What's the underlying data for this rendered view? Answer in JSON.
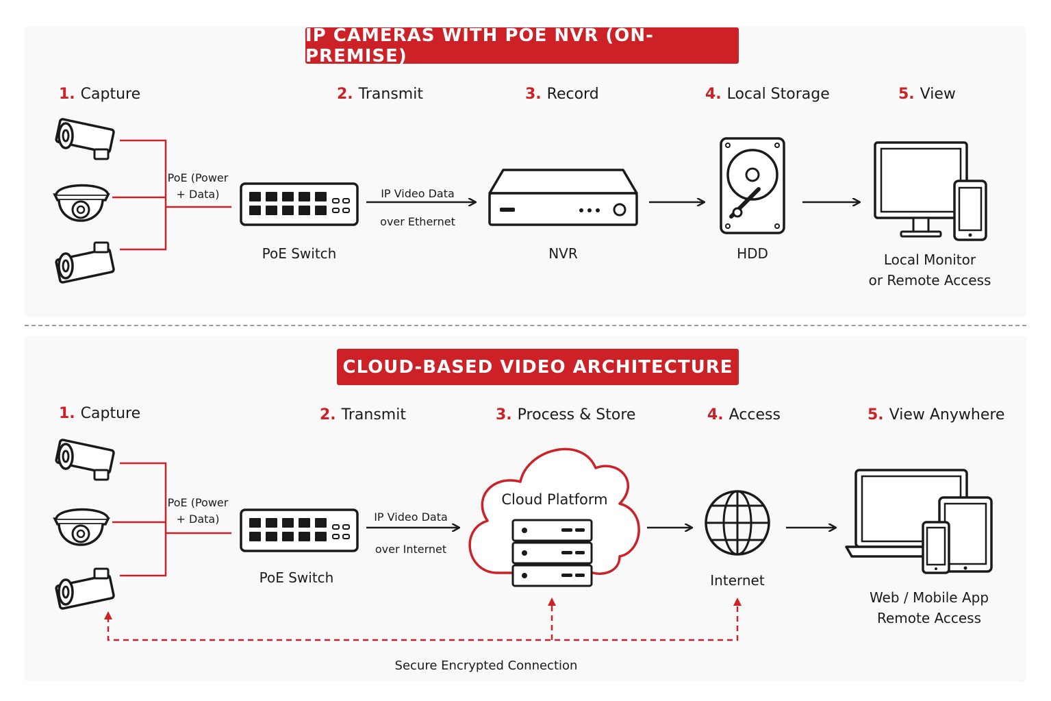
{
  "section1": {
    "title": "IP CAMERAS WITH POE NVR (ON-PREMISE)",
    "steps": [
      {
        "num": "1.",
        "label": "Capture"
      },
      {
        "num": "2.",
        "label": "Transmit"
      },
      {
        "num": "3.",
        "label": "Record"
      },
      {
        "num": "4.",
        "label": "Local Storage"
      },
      {
        "num": "5.",
        "label": "View"
      }
    ],
    "poe_label": [
      "PoE (Power",
      "+ Data)"
    ],
    "switch_label": "PoE Switch",
    "link_label": [
      "IP Video Data",
      "over Ethernet"
    ],
    "nvr_label": "NVR",
    "hdd_label": "HDD",
    "view_label": [
      "Local Monitor",
      "or Remote Access"
    ]
  },
  "section2": {
    "title": "CLOUD-BASED VIDEO ARCHITECTURE",
    "steps": [
      {
        "num": "1.",
        "label": "Capture"
      },
      {
        "num": "2.",
        "label": "Transmit"
      },
      {
        "num": "3.",
        "label": "Process & Store"
      },
      {
        "num": "4.",
        "label": "Access"
      },
      {
        "num": "5.",
        "label": "View Anywhere"
      }
    ],
    "poe_label": [
      "PoE (Power",
      "+ Data)"
    ],
    "switch_label": "PoE Switch",
    "link_label": [
      "IP Video Data",
      "over Internet"
    ],
    "cloud_label": "Cloud Platform",
    "internet_label": "Internet",
    "view_label": [
      "Web / Mobile App",
      "Remote Access"
    ],
    "secure_label": "Secure Encrypted Connection"
  },
  "colors": {
    "accent": "#cc2127",
    "ink": "#1a1a1a"
  },
  "icons": [
    "bullet-camera-icon",
    "dome-camera-icon",
    "poe-switch-icon",
    "nvr-icon",
    "hdd-icon",
    "monitor-phone-icon",
    "cloud-server-icon",
    "globe-icon",
    "laptop-tablet-phone-icon"
  ]
}
